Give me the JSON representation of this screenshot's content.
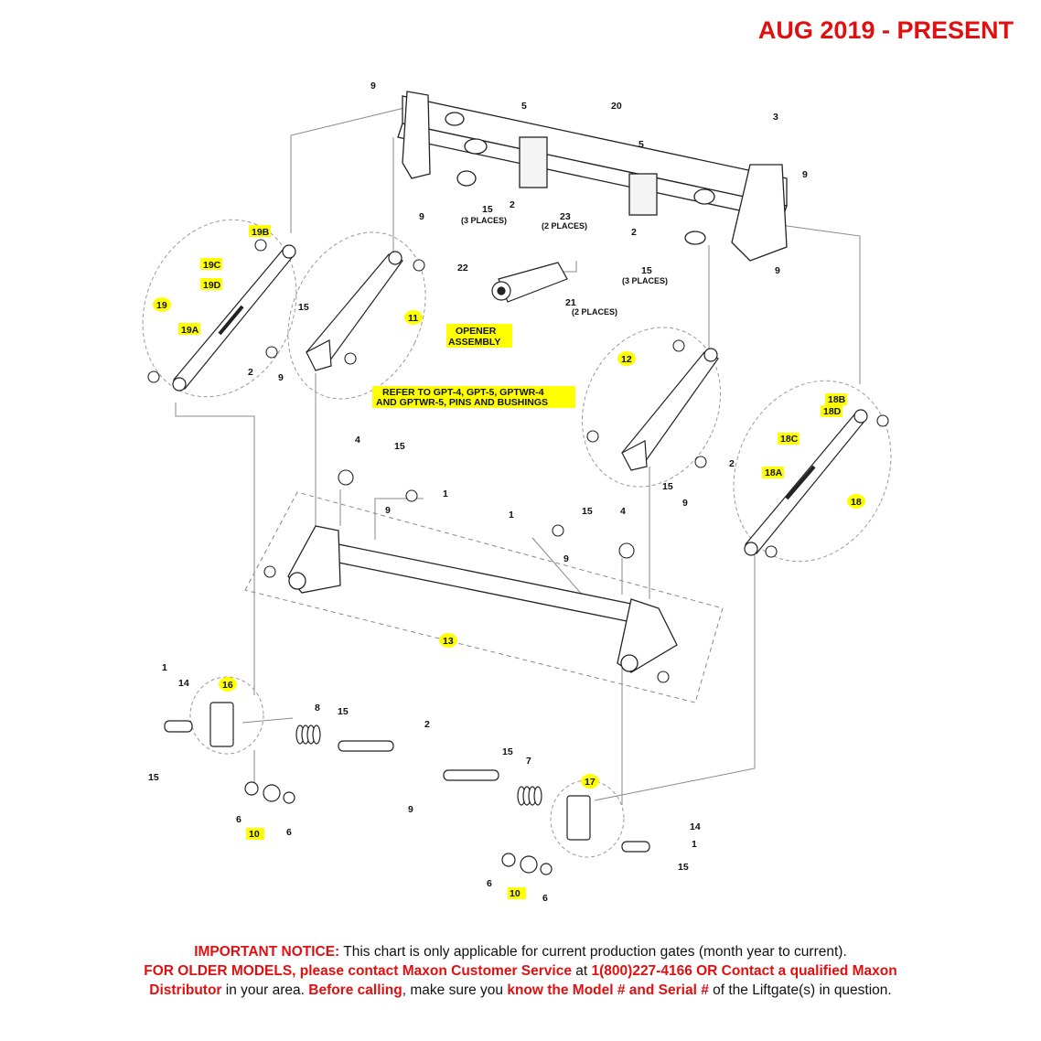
{
  "title": "AUG 2019 - PRESENT",
  "notice": {
    "line1_bold": "IMPORTANT NOTICE:",
    "line1_rest": " This chart is only applicable for current production gates (month year to current).",
    "line2_bold1": "FOR OLDER MODELS, please contact Maxon Customer Service",
    "line2_mid": " at ",
    "line2_bold2": "1(800)227-4166 OR Contact a qualified Maxon",
    "line3_bold1": "Distributor",
    "line3_mid1": " in your area. ",
    "line3_bold2": "Before calling",
    "line3_mid2": ", make sure you ",
    "line3_bold3": "know the Model # and Serial #",
    "line3_rest": " of the Liftgate(s) in question."
  },
  "callouts": {
    "c9a": "9",
    "c5a": "5",
    "c20": "20",
    "c3": "3",
    "c5b": "5",
    "c9b": "9",
    "c9c": "9",
    "c15a": "15",
    "c15a_cap": "(3 PLACES)",
    "c2a": "2",
    "c23": "23",
    "c23_cap": "(2 PLACES)",
    "c22": "22",
    "c21": "21",
    "c21_cap": "(2 PLACES)",
    "c2b": "2",
    "c15b": "15",
    "c15b_cap": "(3 PLACES)",
    "c9d": "9",
    "c19b": "19B",
    "c19c": "19C",
    "c19d": "19D",
    "c19": "19",
    "c19a": "19A",
    "c11": "11",
    "c15c": "15",
    "c2c": "2",
    "c9e": "9",
    "opener_line1": "OPENER",
    "opener_line2": "ASSEMBLY",
    "refer_line1": "REFER TO GPT-4, GPT-5, GPTWR-4",
    "refer_line2": "AND GPTWR-5, PINS AND BUSHINGS",
    "c12": "12",
    "c18b": "18B",
    "c18d": "18D",
    "c18c": "18C",
    "c18a": "18A",
    "c18": "18",
    "c2d": "2",
    "c15d": "15",
    "c9f": "9",
    "c4a": "4",
    "c15e": "15",
    "c9g": "9",
    "c1a": "1",
    "c1b": "1",
    "c15f": "15",
    "c9h": "9",
    "c4b": "4",
    "c13": "13",
    "c1c": "1",
    "c14a": "14",
    "c16": "16",
    "c15g": "15",
    "c8": "8",
    "c15h": "15",
    "c2e": "2",
    "c9i": "9",
    "c6a": "6",
    "c10a": "10",
    "c6b": "6",
    "c15i": "15",
    "c7": "7",
    "c17": "17",
    "c14b": "14",
    "c1d": "1",
    "c15j": "15",
    "c6c": "6",
    "c10b": "10",
    "c6d": "6"
  },
  "colors": {
    "title": "#e01010",
    "highlight": "#ffff00",
    "lines": "#222222",
    "leader": "#777777"
  }
}
